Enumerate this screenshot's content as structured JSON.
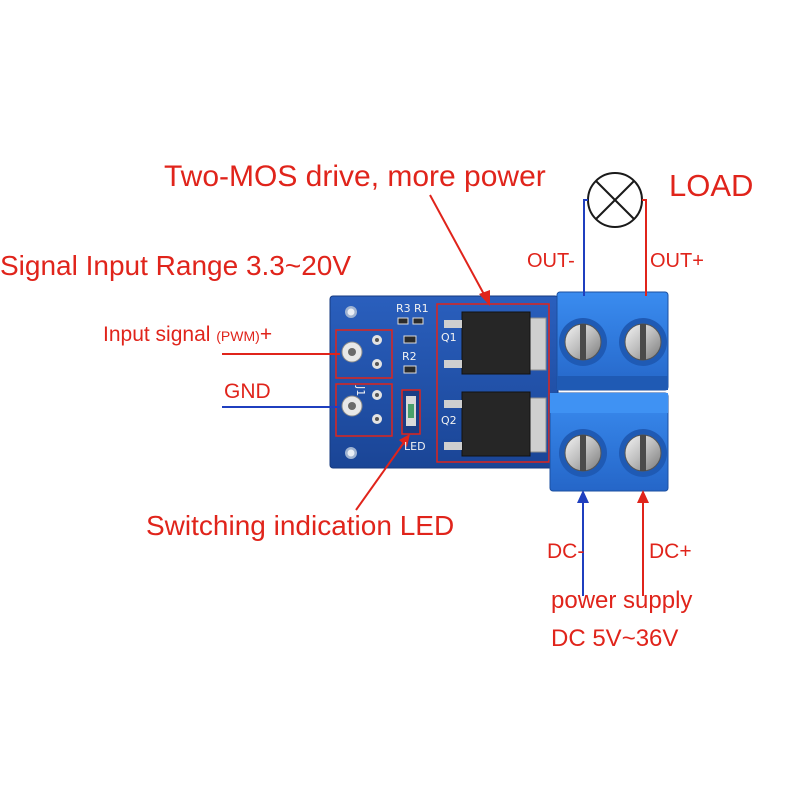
{
  "labels": {
    "title_mos": "Two-MOS drive, more power",
    "load": "LOAD",
    "signal_range": "Signal Input Range  3.3~20V",
    "out_minus": "OUT-",
    "out_plus": "OUT+",
    "input_signal": "Input signal",
    "pwm": "(PWM)",
    "input_plus": "+",
    "gnd": "GND",
    "led_caption": "Switching indication LED",
    "dc_minus": "DC-",
    "dc_plus": "DC+",
    "power_supply": "power supply",
    "dc_range": "DC 5V~36V"
  },
  "silkscreen": {
    "r3": "R3",
    "r1": "R1",
    "r2": "R2",
    "q1": "Q1",
    "q2": "Q2",
    "j1": "J1",
    "led": "LED"
  },
  "colors": {
    "label_red": "#e0241b",
    "wire_blue": "#1f3fbf",
    "pcb_blue": "#1e4fa8",
    "terminal_blue": "#2f7fe8"
  },
  "icons": {
    "load": "lamp-icon"
  }
}
